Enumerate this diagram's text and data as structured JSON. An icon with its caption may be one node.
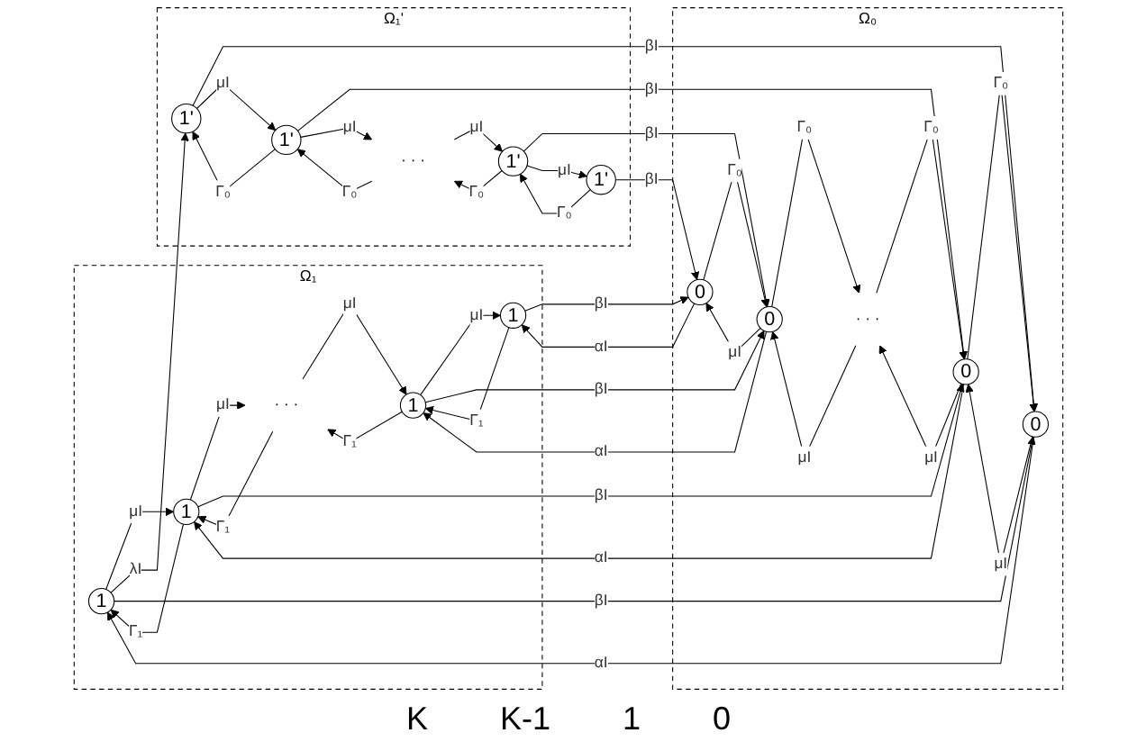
{
  "diagram": {
    "nodes": [
      {
        "text": [
          "Ω₁"
        ]
      },
      {
        "text": [
          "1"
        ],
        "in": 0
      },
      {
        "text": [
          "1"
        ],
        "in": 0
      },
      {
        "text": [
          "· · ·"
        ],
        "in": 0
      },
      {
        "text": [
          "1"
        ],
        "in": 0
      },
      {
        "text": [
          "1"
        ],
        "in": 0
      },
      {
        "text": [
          "Ω₀"
        ]
      },
      {
        "text": [
          "0"
        ],
        "in": 6
      },
      {
        "text": [
          "0"
        ],
        "in": 6
      },
      {
        "text": [
          "· · ·"
        ],
        "in": 6
      },
      {
        "text": [
          "0"
        ],
        "in": 6
      },
      {
        "text": [
          "0"
        ],
        "in": 6
      },
      {
        "text": [
          "Ω₁'"
        ]
      },
      {
        "text": [
          "1'"
        ],
        "in": 12
      },
      {
        "text": [
          "1'"
        ],
        "in": 12
      },
      {
        "text": [
          "· · ·"
        ],
        "in": 12
      },
      {
        "text": [
          "1'"
        ],
        "in": 12
      },
      {
        "text": [
          "1'"
        ],
        "in": 12
      }
    ],
    "edges": [
      {
        "from": 1,
        "to": 2,
        "label": "μI",
        "arrow": "to"
      },
      {
        "from": 2,
        "to": 1,
        "label": "Γ₁",
        "arrow": "to"
      },
      {
        "from": 2,
        "to": 3,
        "label": "μI",
        "arrow": "to"
      },
      {
        "from": 3,
        "to": 2,
        "label": "Γ₁",
        "arrow": "to"
      },
      {
        "from": 3,
        "to": 4,
        "label": "μI",
        "arrow": "to"
      },
      {
        "from": 4,
        "to": 3,
        "label": "Γ₁",
        "arrow": "to"
      },
      {
        "from": 4,
        "to": 5,
        "label": "μI",
        "arrow": "to"
      },
      {
        "from": 5,
        "to": 4,
        "label": "Γ₁",
        "arrow": "to"
      },
      {
        "from": 1,
        "to": 13,
        "label": "λI",
        "arrow": "to"
      },
      {
        "from": 1,
        "to": 7,
        "label": "βI",
        "arrow": "to"
      },
      {
        "from": 7,
        "to": 1,
        "label": "αI",
        "arrow": "to"
      },
      {
        "from": 2,
        "to": 8,
        "label": "βI",
        "arrow": "to"
      },
      {
        "from": 8,
        "to": 2,
        "label": "αI",
        "arrow": "to"
      },
      {
        "from": 4,
        "to": 10,
        "label": "βI",
        "arrow": "to"
      },
      {
        "from": 10,
        "to": 4,
        "label": "αI",
        "arrow": "to"
      },
      {
        "from": 5,
        "to": 11,
        "label": "βI",
        "arrow": "to"
      },
      {
        "from": 11,
        "to": 5,
        "label": "αI",
        "arrow": "to"
      },
      {
        "from": 7,
        "to": 8,
        "label": "μI",
        "arrow": "to"
      },
      {
        "from": 8,
        "to": 7,
        "label": "Γ₀",
        "arrow": "to"
      },
      {
        "from": 8,
        "to": 9,
        "label": "μI",
        "arrow": "to"
      },
      {
        "from": 9,
        "to": 8,
        "label": "Γ₀",
        "arrow": "to"
      },
      {
        "from": 9,
        "to": 10,
        "label": "μI",
        "arrow": "to"
      },
      {
        "from": 10,
        "to": 9,
        "label": "Γ₀",
        "arrow": "to"
      },
      {
        "from": 10,
        "to": 11,
        "label": "μI",
        "arrow": "to"
      },
      {
        "from": 11,
        "to": 10,
        "label": "Γ₀",
        "arrow": "to"
      },
      {
        "from": 13,
        "to": 7,
        "label": "βI",
        "arrow": "to"
      },
      {
        "from": 14,
        "to": 8,
        "label": "βI",
        "arrow": "to"
      },
      {
        "from": 16,
        "to": 10,
        "label": "βI",
        "arrow": "to"
      },
      {
        "from": 17,
        "to": 11,
        "label": "βI",
        "arrow": "to"
      },
      {
        "from": 13,
        "to": 14,
        "label": "μI",
        "arrow": "to"
      },
      {
        "from": 14,
        "to": 13,
        "label": "Γ₀",
        "arrow": "to"
      },
      {
        "from": 14,
        "to": 15,
        "label": "μI",
        "arrow": "to"
      },
      {
        "from": 15,
        "to": 14,
        "label": "Γ₀",
        "arrow": "to"
      },
      {
        "from": 15,
        "to": 16,
        "label": "μI",
        "arrow": "to"
      },
      {
        "from": 16,
        "to": 15,
        "label": "Γ₀",
        "arrow": "to"
      },
      {
        "from": 16,
        "to": 17,
        "label": "μI",
        "arrow": "to"
      },
      {
        "from": 17,
        "to": 16,
        "label": "Γ₀",
        "arrow": "to"
      }
    ],
    "labels": [
      "K",
      "K-1",
      "1",
      "0"
    ]
  }
}
